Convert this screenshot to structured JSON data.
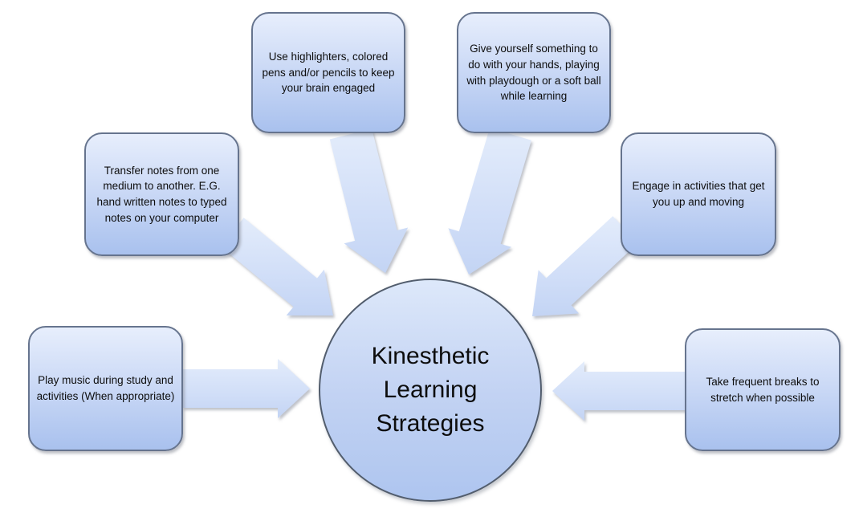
{
  "diagram": {
    "title": "Kinesthetic Learning Strategies",
    "center": {
      "label": "Kinesthetic Learning Strategies"
    },
    "nodes": {
      "transfer_notes": {
        "label": "Transfer notes from one medium to another. E.G. hand written notes to typed notes on your computer"
      },
      "use_highlighters": {
        "label": "Use highlighters, colored pens and/or pencils to keep your brain engaged"
      },
      "hands_busy": {
        "label": "Give yourself something to do with your hands, playing with playdough or a soft ball while learning"
      },
      "engage_moving": {
        "label": "Engage in activities that get you up and moving"
      },
      "play_music": {
        "label": "Play music during study and activities (When appropriate)"
      },
      "take_breaks": {
        "label": "Take frequent  breaks to stretch when possible"
      }
    },
    "colors": {
      "background": "#ffffff",
      "node_fill_top": "#e7eefc",
      "node_fill_bottom": "#a9c1ee",
      "node_border": "#66748e",
      "circle_border": "#525d6d",
      "arrow_fill_top": "#e3ecfb",
      "arrow_fill_bottom": "#c3d4f4",
      "text": "#0d0d0d"
    }
  }
}
